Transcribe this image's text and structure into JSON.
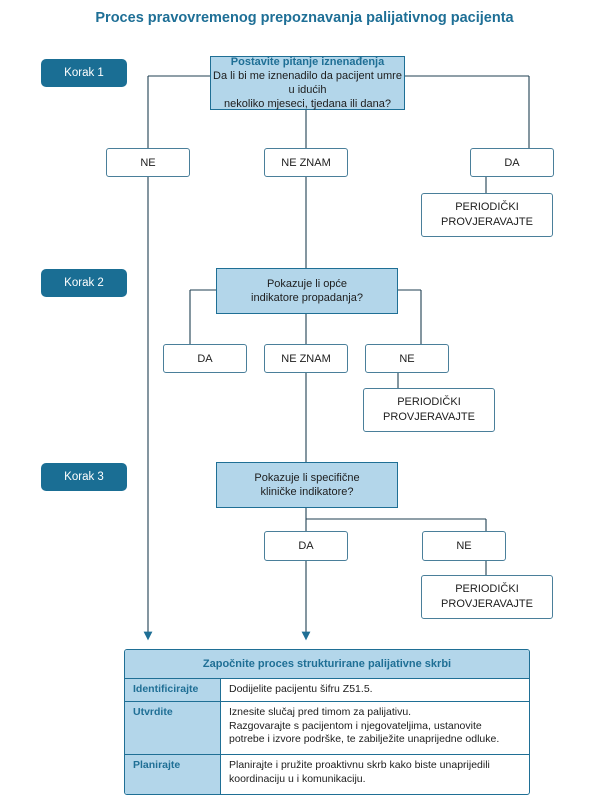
{
  "title": "Proces pravovremenog prepoznavanja palijativnog pacijenta",
  "steps": [
    "Korak 1",
    "Korak 2",
    "Korak 3"
  ],
  "q1": {
    "heading": "Postavite pitanje iznenađenja",
    "line1": "Da li bi me iznenadilo da pacijent umre u idućih",
    "line2": "nekoliko mjeseci, tjedana ili dana?"
  },
  "q2": {
    "line1": "Pokazuje li opće",
    "line2": "indikatore propadanja?"
  },
  "q3": {
    "line1": "Pokazuje li specifične",
    "line2": "kliničke indikatore?"
  },
  "answers": {
    "ne": "NE",
    "ne_znam": "NE ZNAM",
    "da": "DA"
  },
  "periodic": {
    "line1": "PERIODIČKI",
    "line2": "PROVJERAVAJTE"
  },
  "final": {
    "heading": "Započnite proces strukturirane palijativne skrbi",
    "rows": [
      {
        "label": "Identificirajte",
        "lines": [
          "Dodijelite pacijentu šifru Z51.5."
        ]
      },
      {
        "label": "Utvrdite",
        "lines": [
          "Iznesite slučaj pred timom za palijativu.",
          "Razgovarajte s pacijentom i njegovateljima, ustanovite",
          "potrebe i izvore podrške, te zabilježite unaprijedne odluke."
        ]
      },
      {
        "label": "Planirajte",
        "lines": [
          "Planirajte i pružite proaktivnu skrb kako biste unaprijedili",
          "koordinaciju u i komunikaciju."
        ]
      }
    ]
  },
  "colors": {
    "accent": "#1a6e94",
    "fill": "#b3d6ea",
    "line": "#4a7f9a"
  }
}
